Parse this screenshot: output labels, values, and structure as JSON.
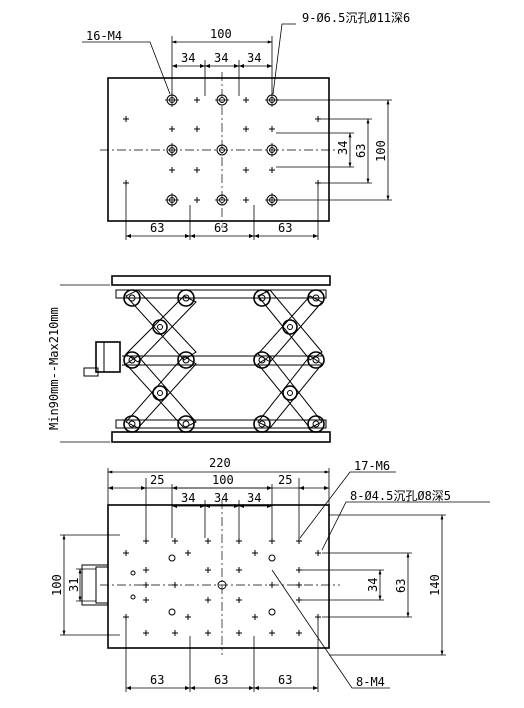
{
  "top_view": {
    "label_counterbore": "9-Ø6.5沉孔Ø11深6",
    "label_tapped": "16-M4",
    "dim_100": "100",
    "dim_34a": "34",
    "dim_34b": "34",
    "dim_34c": "34",
    "dim_63a": "63",
    "dim_63b": "63",
    "dim_63c": "63",
    "dim_v34": "34",
    "dim_v63": "63",
    "dim_v100": "100"
  },
  "side_view": {
    "label_height": "Min90mm--Max210mm"
  },
  "bottom_view": {
    "dim_220": "220",
    "dim_25a": "25",
    "dim_25b": "25",
    "dim_100": "100",
    "dim_34a": "34",
    "dim_34b": "34",
    "dim_34c": "34",
    "label_m6": "17-M6",
    "label_counterbore": "8-Ø4.5沉孔Ø8深5",
    "label_m4": "8-M4",
    "dim_63a": "63",
    "dim_63b": "63",
    "dim_63c": "63",
    "dim_v100": "100",
    "dim_v31": "31",
    "dim_v34": "34",
    "dim_v63": "63",
    "dim_v140": "140"
  },
  "icons": [
    "counterbore-hole-icon",
    "tapped-hole-icon",
    "bolt-icon",
    "knob-icon"
  ],
  "colors": {
    "ink": "#000000",
    "paper": "#ffffff"
  }
}
